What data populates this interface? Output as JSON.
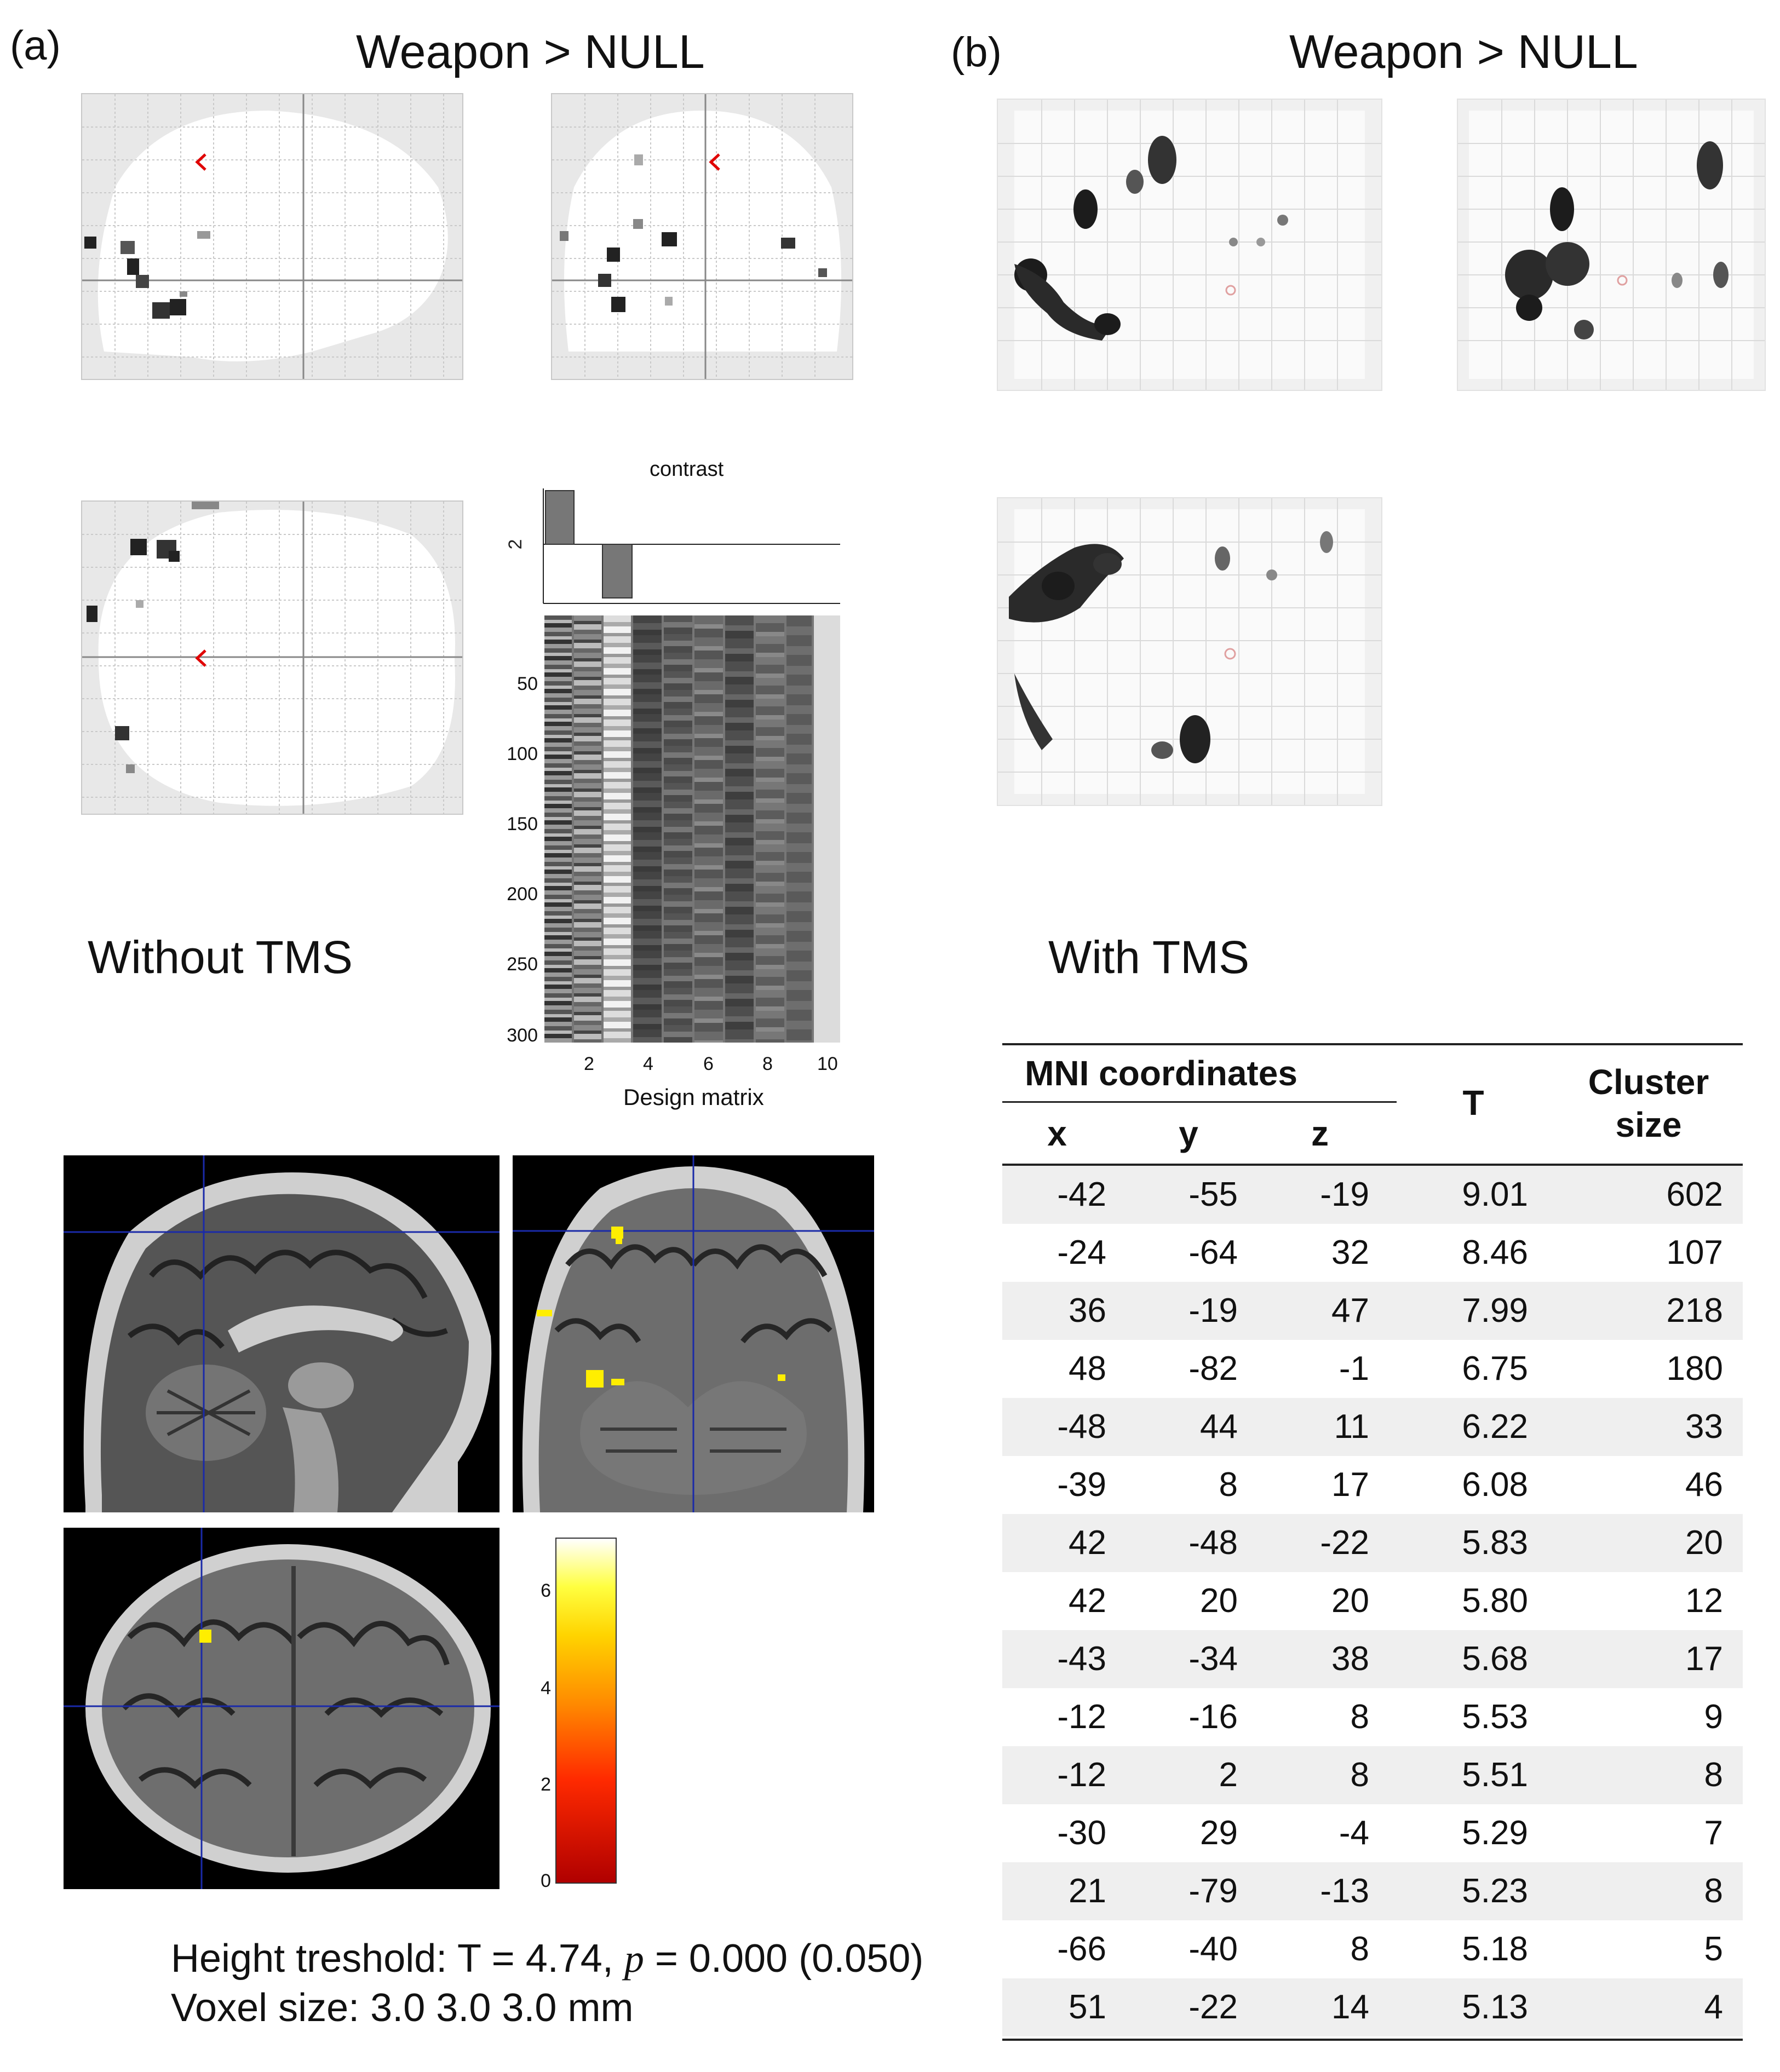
{
  "panel_a": {
    "letter": "(a)",
    "title": "Weapon > NULL",
    "section_label": "Without TMS",
    "contrast_title": "contrast",
    "contrast_tick": "2",
    "design_matrix": {
      "xlabel": "Design matrix",
      "y_ticks": [
        "50",
        "100",
        "150",
        "200",
        "250",
        "300"
      ],
      "x_ticks": [
        "2",
        "4",
        "6",
        "8",
        "10"
      ]
    },
    "colorbar_ticks": [
      "6",
      "4",
      "2",
      "0"
    ],
    "footer_line1_prefix": "Height treshold: T = 4.74, ",
    "footer_p": "p",
    "footer_line1_suffix": " = 0.000 (0.050)",
    "footer_line2": "Voxel size: 3.0 3.0 3.0 mm"
  },
  "panel_b": {
    "letter": "(b)",
    "title": "Weapon > NULL",
    "section_label": "With TMS"
  },
  "table": {
    "group_header": "MNI coordinates",
    "col_x": "x",
    "col_y": "y",
    "col_z": "z",
    "col_t": "T",
    "col_cluster_1": "Cluster",
    "col_cluster_2": "size",
    "rows": [
      {
        "x": "-42",
        "y": "-55",
        "z": "-19",
        "t": "9.01",
        "size": "602"
      },
      {
        "x": "-24",
        "y": "-64",
        "z": "32",
        "t": "8.46",
        "size": "107"
      },
      {
        "x": "36",
        "y": "-19",
        "z": "47",
        "t": "7.99",
        "size": "218"
      },
      {
        "x": "48",
        "y": "-82",
        "z": "-1",
        "t": "6.75",
        "size": "180"
      },
      {
        "x": "-48",
        "y": "44",
        "z": "11",
        "t": "6.22",
        "size": "33"
      },
      {
        "x": "-39",
        "y": "8",
        "z": "17",
        "t": "6.08",
        "size": "46"
      },
      {
        "x": "42",
        "y": "-48",
        "z": "-22",
        "t": "5.83",
        "size": "20"
      },
      {
        "x": "42",
        "y": "20",
        "z": "20",
        "t": "5.80",
        "size": "12"
      },
      {
        "x": "-43",
        "y": "-34",
        "z": "38",
        "t": "5.68",
        "size": "17"
      },
      {
        "x": "-12",
        "y": "-16",
        "z": "8",
        "t": "5.53",
        "size": "9"
      },
      {
        "x": "-12",
        "y": "2",
        "z": "8",
        "t": "5.51",
        "size": "8"
      },
      {
        "x": "-30",
        "y": "29",
        "z": "-4",
        "t": "5.29",
        "size": "7"
      },
      {
        "x": "21",
        "y": "-79",
        "z": "-13",
        "t": "5.23",
        "size": "8"
      },
      {
        "x": "-66",
        "y": "-40",
        "z": "8",
        "t": "5.18",
        "size": "5"
      },
      {
        "x": "51",
        "y": "-22",
        "z": "14",
        "t": "5.13",
        "size": "4"
      }
    ]
  },
  "colors": {
    "cursor_red": "#e00000",
    "activation_yellow": "#ffee00",
    "crosshair_blue": "#1a2aa8",
    "table_shade": "#efefef"
  }
}
